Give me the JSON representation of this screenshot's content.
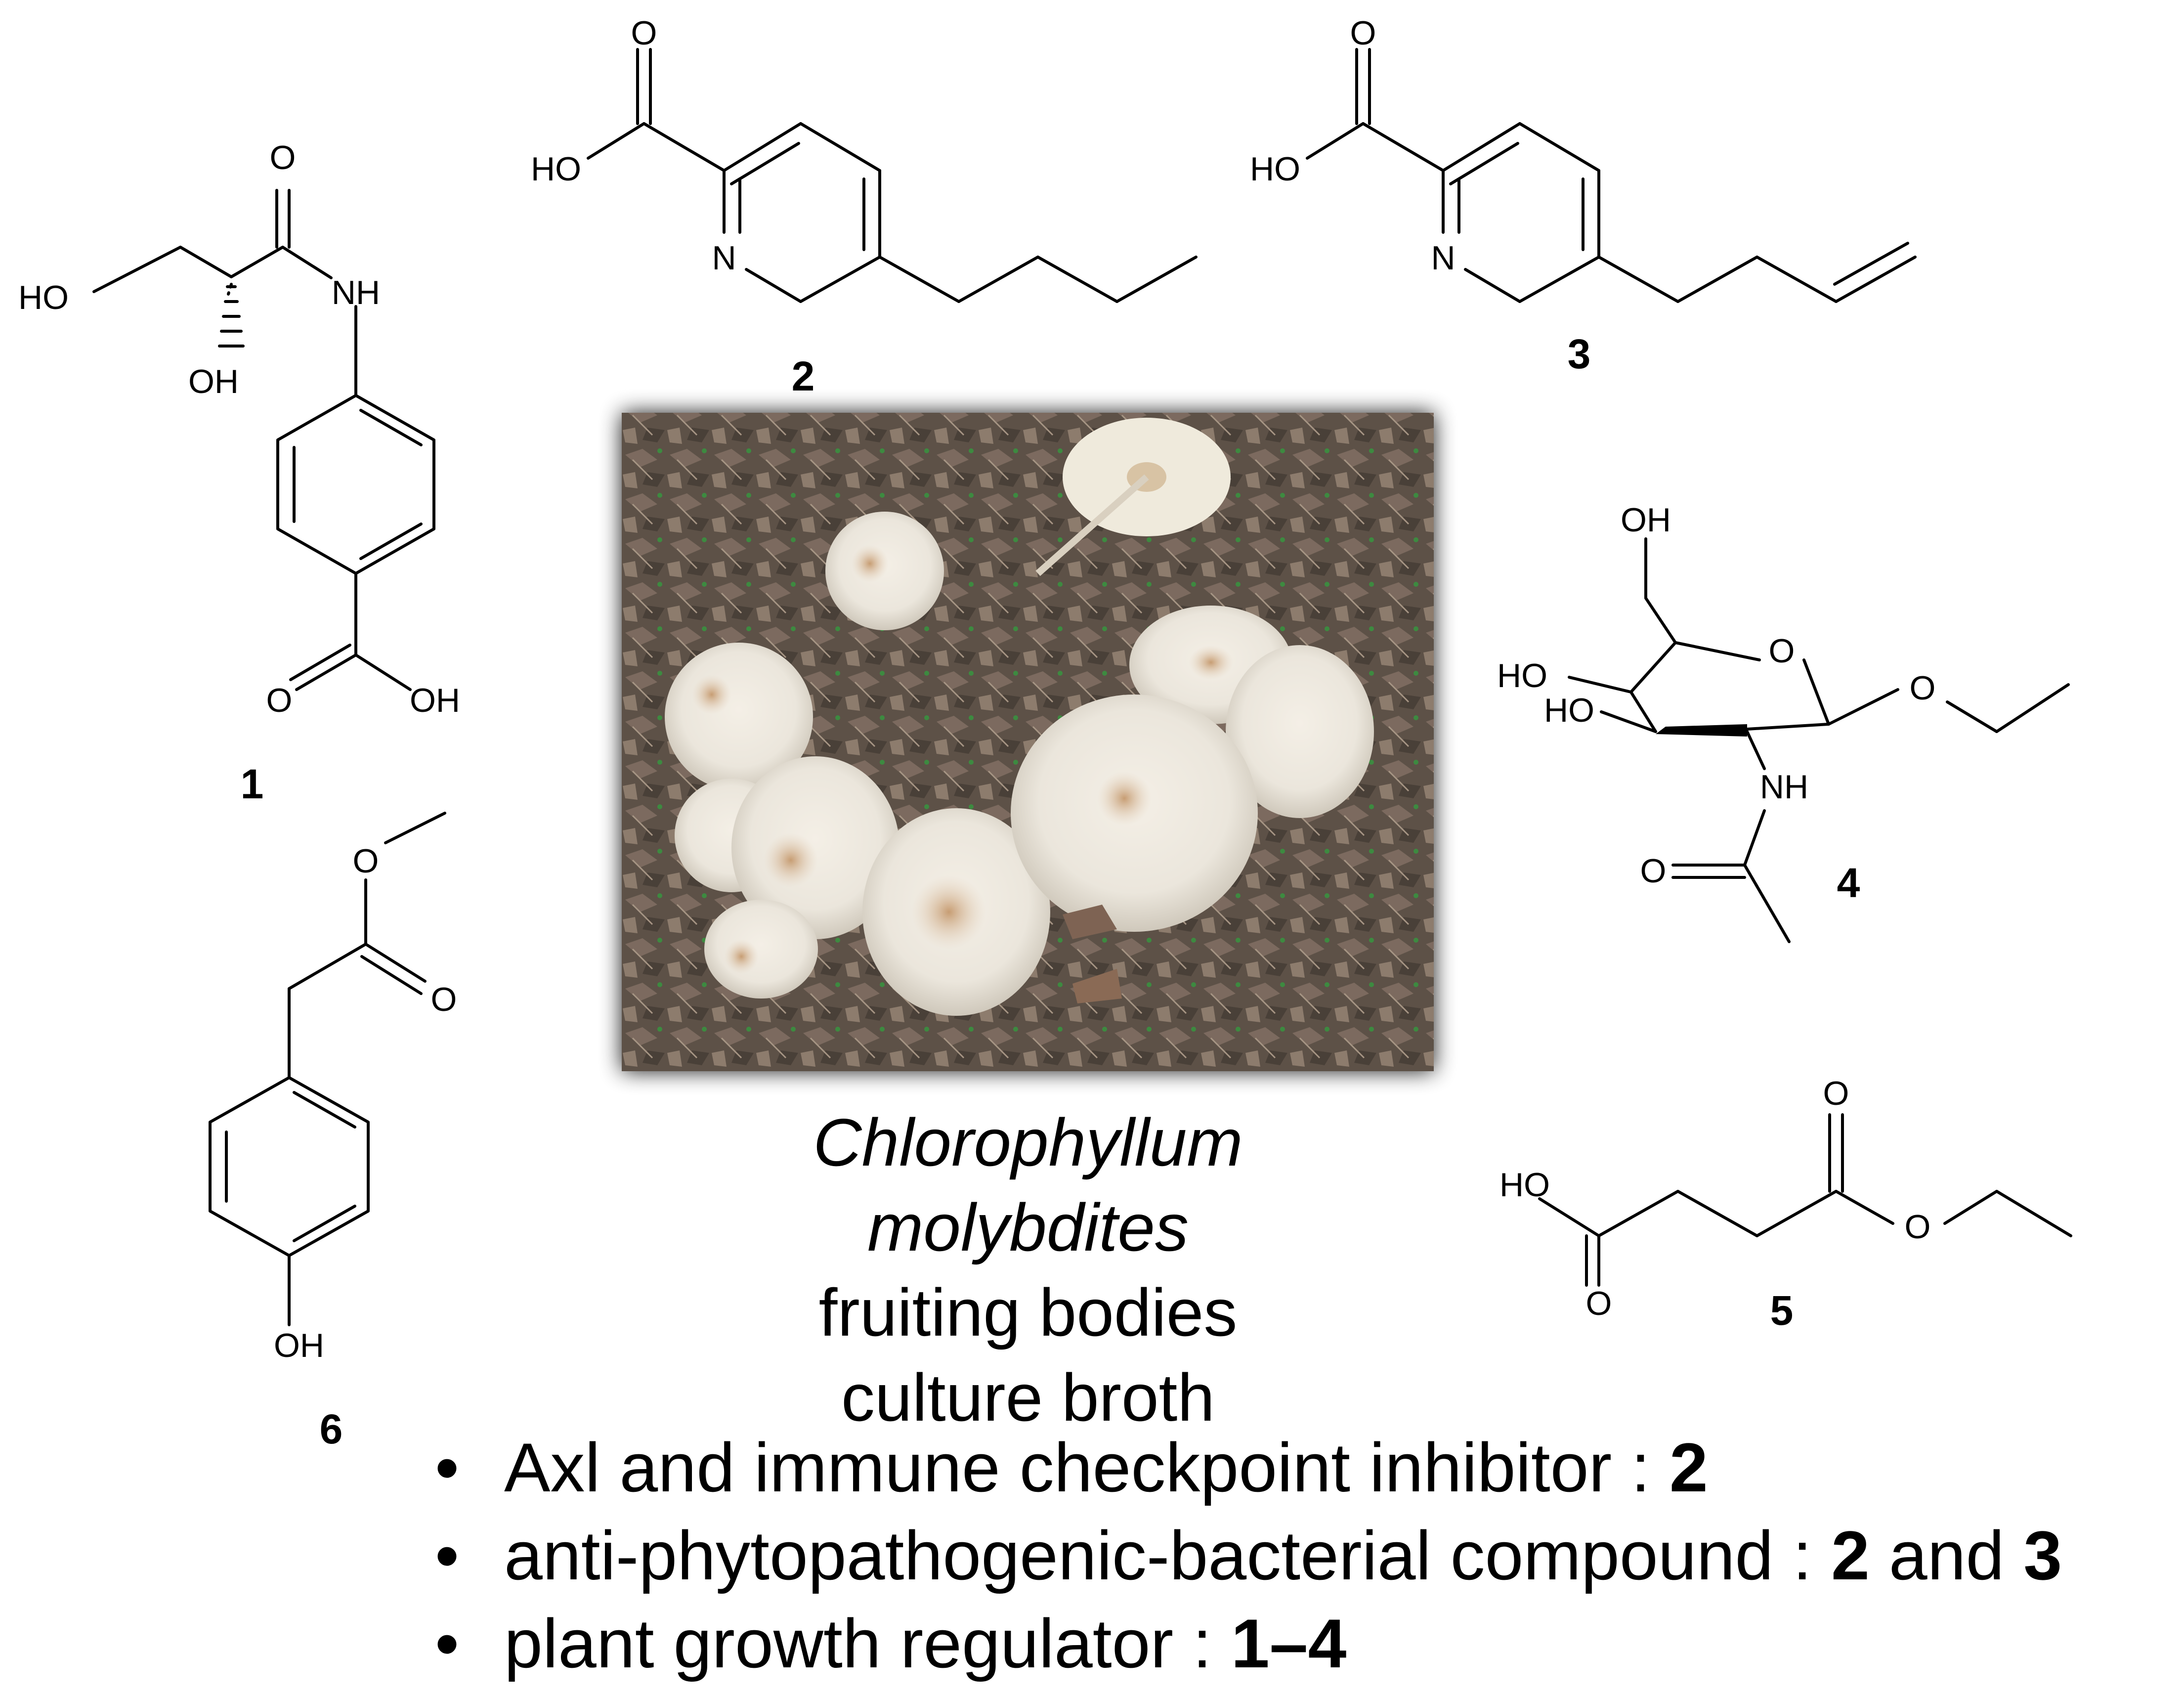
{
  "compounds": {
    "c1": {
      "number": "1",
      "atoms": {
        "o_amide": "O",
        "nh": "NH",
        "ho": "HO",
        "oh": "OH",
        "o_acid": "O",
        "oh_acid": "OH"
      }
    },
    "c2": {
      "number": "2",
      "atoms": {
        "o": "O",
        "ho": "HO",
        "n": "N"
      }
    },
    "c3": {
      "number": "3",
      "atoms": {
        "o": "O",
        "ho": "HO",
        "n": "N"
      }
    },
    "c4": {
      "number": "4",
      "atoms": {
        "oh_top": "OH",
        "o_ring": "O",
        "ho1": "HO",
        "ho2": "HO",
        "o_eth": "O",
        "nh": "NH",
        "o_acetyl": "O"
      }
    },
    "c5": {
      "number": "5",
      "atoms": {
        "ho": "HO",
        "o_top": "O",
        "o_ester": "O",
        "o_bottom": "O"
      }
    },
    "c6": {
      "number": "6",
      "atoms": {
        "o_ester": "O",
        "o_carbonyl": "O",
        "oh": "OH"
      }
    }
  },
  "caption": {
    "species": "Chlorophyllum molybdites",
    "line2": "fruiting bodies",
    "line3": "culture broth"
  },
  "bullets": [
    {
      "text": "Axl and immune checkpoint inhibitor : ",
      "bold": "2",
      "text2": "",
      "bold2": ""
    },
    {
      "text": "anti-phytopathogenic-bacterial compound : ",
      "bold": "2",
      "text2": " and ",
      "bold2": "3"
    },
    {
      "text": "plant growth regulator : ",
      "bold": "1–4",
      "text2": "",
      "bold2": ""
    }
  ],
  "bullet_char": "•"
}
